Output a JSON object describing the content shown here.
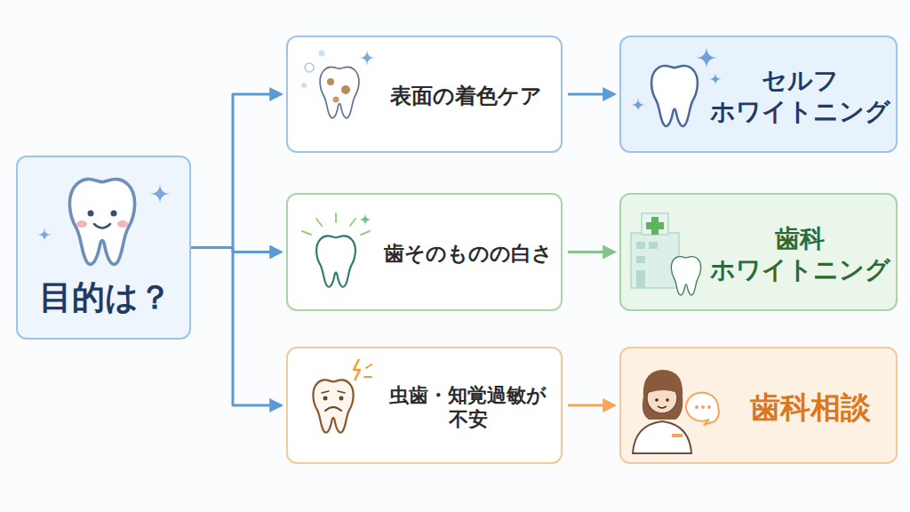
{
  "diagram": {
    "nodes": [
      {
        "text": [
          "目的は？"
        ]
      },
      {
        "text": [
          "表面の着色ケア"
        ]
      },
      {
        "text": [
          "セルフ ホワイトニング"
        ]
      },
      {
        "text": [
          "歯そのものの白さ"
        ]
      },
      {
        "text": [
          "歯科 ホワイトニング"
        ]
      },
      {
        "text": [
          "虫歯・知覚過敏が 不安"
        ]
      },
      {
        "text": [
          "歯科相談"
        ]
      }
    ],
    "edges": [
      {
        "from": 0,
        "to": 1,
        "arrow": "to"
      },
      {
        "from": 0,
        "to": 3,
        "arrow": "to"
      },
      {
        "from": 0,
        "to": 5,
        "arrow": "to"
      },
      {
        "from": 1,
        "to": 2,
        "arrow": "to"
      },
      {
        "from": 3,
        "to": 4,
        "arrow": "to"
      },
      {
        "from": 5,
        "to": 6,
        "arrow": "to"
      }
    ]
  }
}
